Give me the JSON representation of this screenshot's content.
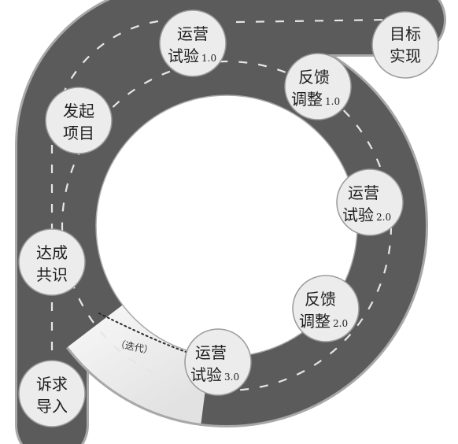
{
  "stages": [
    {
      "id": "demand-input",
      "line1": "诉求",
      "line2": "导入",
      "suffix": ""
    },
    {
      "id": "consensus",
      "line1": "达成",
      "line2": "共识",
      "suffix": ""
    },
    {
      "id": "project-start",
      "line1": "发起",
      "line2": "项目",
      "suffix": ""
    },
    {
      "id": "ops-trial-1",
      "line1": "运营",
      "line2": "试验",
      "suffix": "1.0"
    },
    {
      "id": "feedback-1",
      "line1": "反馈",
      "line2": "调整",
      "suffix": "1.0"
    },
    {
      "id": "ops-trial-2",
      "line1": "运营",
      "line2": "试验",
      "suffix": "2.0"
    },
    {
      "id": "feedback-2",
      "line1": "反馈",
      "line2": "调整",
      "suffix": "2.0"
    },
    {
      "id": "ops-trial-3",
      "line1": "运营",
      "line2": "试验",
      "suffix": "3.0"
    },
    {
      "id": "goal",
      "line1": "目标",
      "line2": "实现",
      "suffix": ""
    }
  ],
  "iteration_label": "（迭代）",
  "colors": {
    "road": "#5b5b5b",
    "road_edge": "#a8a8a8",
    "road_light": "#efefef",
    "lane_mark": "#e6e6e6",
    "node_fill": "#ececec",
    "node_stroke": "#9a9a9a",
    "text": "#1e1e1e"
  }
}
